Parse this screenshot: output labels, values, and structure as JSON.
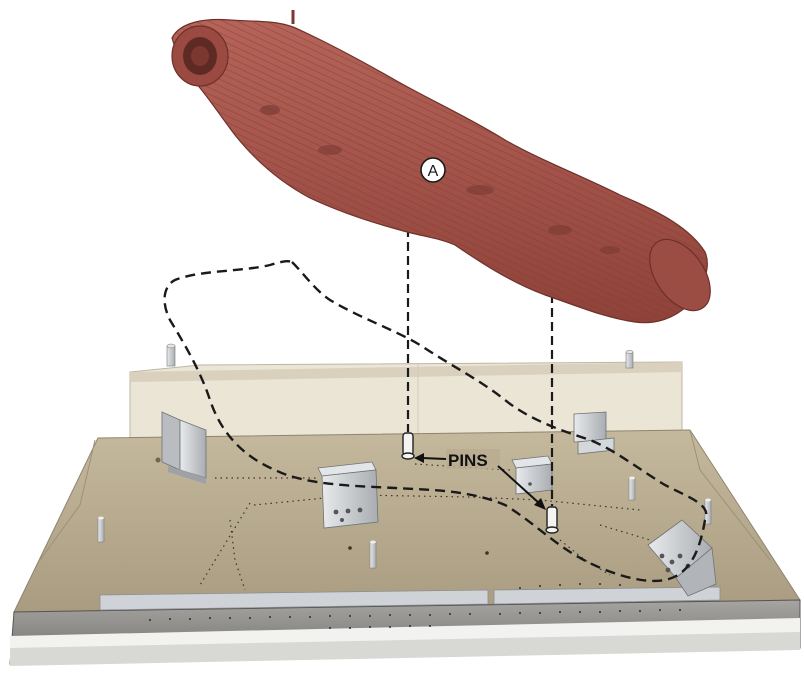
{
  "figure": {
    "callout_letter": "A",
    "pins_label": "PINS"
  },
  "colors": {
    "log": "#a6524a",
    "log_dark": "#7a3a33",
    "tray": "#b8ab90",
    "tray_light": "#cfc3a8",
    "backwall": "#e9e3d3",
    "front_edge": "#8e8d8a",
    "metal": "#c9cccf",
    "dash": "#1a1a1a"
  },
  "icons": {
    "callout": "circle-letter-callout",
    "pin": "metal-locating-pin"
  }
}
